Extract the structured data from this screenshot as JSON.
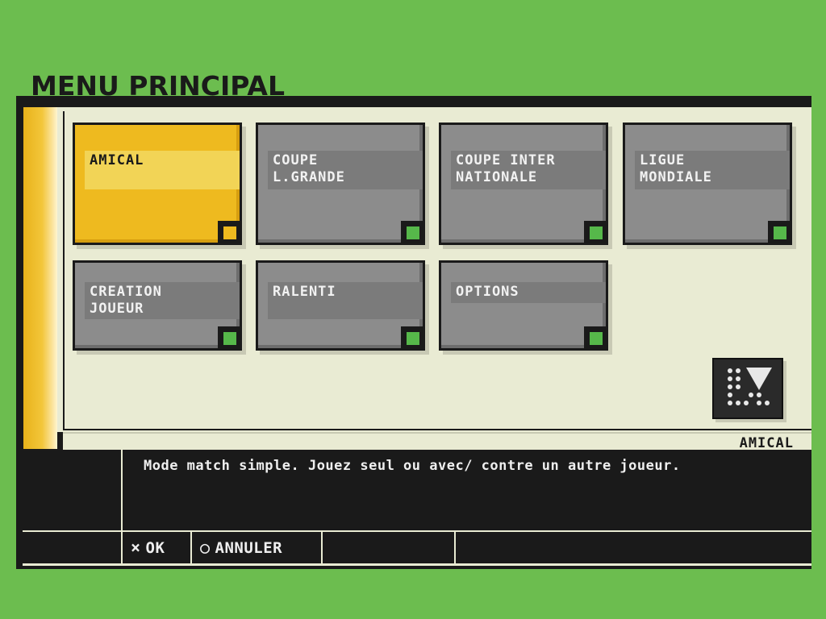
{
  "screen": {
    "title": "MENU PRINCIPAL"
  },
  "menu": {
    "items": [
      {
        "label": "AMICAL",
        "selected": true
      },
      {
        "label": "COUPE\nL.GRANDE",
        "selected": false
      },
      {
        "label": "COUPE INTER\nNATIONALE",
        "selected": false
      },
      {
        "label": "LIGUE\nMONDIALE",
        "selected": false
      },
      {
        "label": "CREATION\nJOUEUR",
        "selected": false
      },
      {
        "label": "RALENTI",
        "selected": false
      },
      {
        "label": "OPTIONS",
        "selected": false
      }
    ]
  },
  "current_selection": "AMICAL",
  "description": "Mode match simple. Jouez seul ou avec/ contre un autre joueur.",
  "controls": {
    "ok": {
      "symbol": "×",
      "label": "OK"
    },
    "cancel": {
      "symbol": "○",
      "label": "ANNULER"
    }
  },
  "colors": {
    "background": "#6cbd4f",
    "selected_tile": "#eeba1f",
    "tile": "#8c8c8c",
    "indicator": "#56b84a",
    "panel": "#e9ebd3"
  },
  "icons": {
    "logo": "game-logo-icon"
  }
}
